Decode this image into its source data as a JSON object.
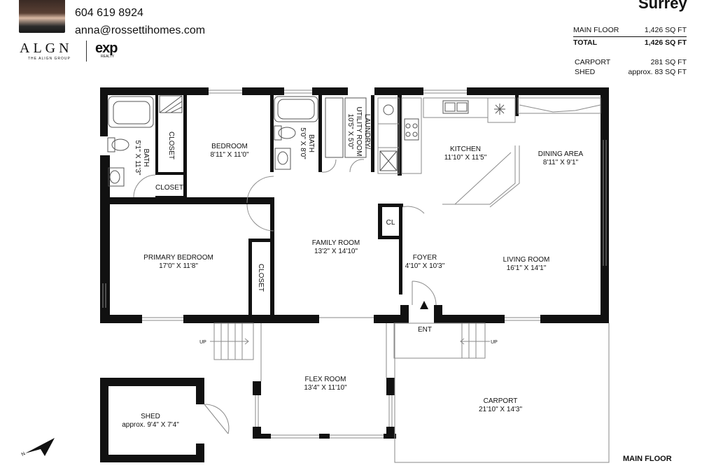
{
  "header": {
    "city": "Surrey",
    "phone": "604 619 8924",
    "email": "anna@rossettihomes.com",
    "brand_left": "ALGN",
    "brand_left_sub": "THE ALIGN GROUP",
    "brand_right": "exp",
    "brand_right_sub": "REALTY"
  },
  "areas": [
    {
      "label": "MAIN FLOOR",
      "value": "1,426 SQ FT",
      "bold": false
    },
    {
      "label": "TOTAL",
      "value": "1,426 SQ FT",
      "bold": true
    },
    {
      "label": "CARPORT",
      "value": "281 SQ FT",
      "bold": false
    },
    {
      "label": "SHED",
      "value": "approx. 83 SQ FT",
      "bold": false
    }
  ],
  "rooms": {
    "bath1": {
      "name": "BATH",
      "dims": "5'1\" X 11'3\""
    },
    "closet_a": "CLOSET",
    "closet_b": "CLOSET",
    "bedroom": {
      "name": "BEDROOM",
      "dims": "8'11\" X 11'0\""
    },
    "bath2": {
      "name": "BATH",
      "dims": "5'0\" X 8'0\""
    },
    "laundry": {
      "name": "LAUNDRY/ UTILITY ROOM",
      "dims": "10'5\" X 5'0\""
    },
    "kitchen": {
      "name": "KITCHEN",
      "dims": "11'10\" X 11'5\""
    },
    "dining": {
      "name": "DINING AREA",
      "dims": "8'11\" X 9'1\""
    },
    "cl": "CL",
    "family": {
      "name": "FAMILY ROOM",
      "dims": "13'2\" X 14'10\""
    },
    "primary": {
      "name": "PRIMARY BEDROOM",
      "dims": "17'0\" X 11'8\""
    },
    "closet_c": "CLOSET",
    "foyer": {
      "name": "FOYER",
      "dims": "4'10\" X 10'3\""
    },
    "living": {
      "name": "LIVING ROOM",
      "dims": "16'1\" X 14'1\""
    },
    "ent": "ENT",
    "up1": "UP",
    "up2": "UP",
    "flex": {
      "name": "FLEX ROOM",
      "dims": "13'4\" X 11'10\""
    },
    "carport": {
      "name": "CARPORT",
      "dims": "21'10\" X 14'3\""
    },
    "shed": {
      "name": "SHED",
      "dims": "approx. 9'4\" X 7'4\""
    }
  },
  "compass": "N",
  "footer": {
    "floor_label": "MAIN FLOOR"
  },
  "colors": {
    "wall": "#111111",
    "line": "#8a8a8a",
    "fixture": "#555555"
  }
}
